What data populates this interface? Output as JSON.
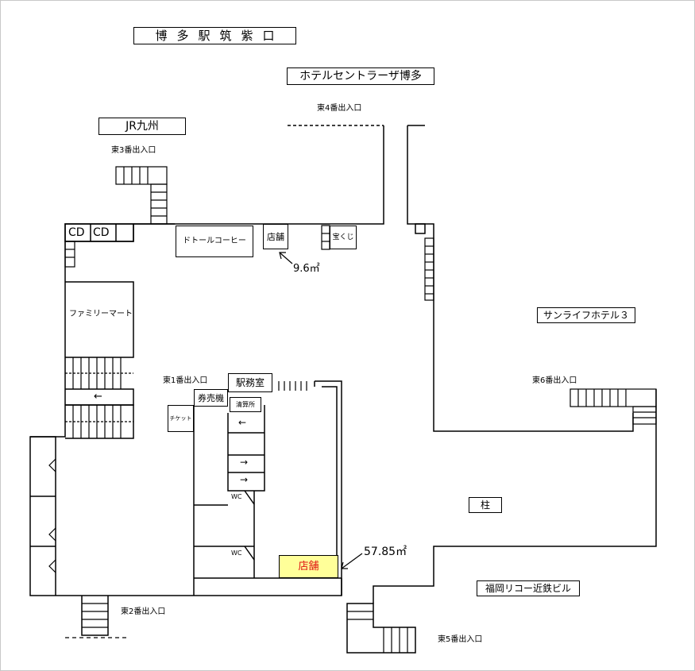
{
  "title": "博多駅筑紫口",
  "labels": {
    "hotel_sentrasa": "ホテルセントラーザ博多",
    "jr_kyushu": "JR九州",
    "sunlife": "サンライフホテル３",
    "fukuoka_ricoh": "福岡リコー近鉄ビル",
    "doutor": "ドトールコーヒー",
    "shop_top": "店舗",
    "takarakuji": "宝くじ",
    "familymart": "ファミリーマート",
    "cd1": "CD",
    "cd2": "CD",
    "station_office": "駅務室",
    "ticket_machine": "券売機",
    "fare_adjust": "清算所",
    "ticket": "チケット",
    "wc1": "WC",
    "wc2": "WC",
    "shop_highlight": "店舗",
    "pillar": "柱"
  },
  "exits": {
    "east1": "東1番出入口",
    "east2": "東2番出入口",
    "east3": "東3番出入口",
    "east4": "東4番出入口",
    "east5": "東5番出入口",
    "east6": "東6番出入口"
  },
  "areas": {
    "shop_top": "9.6㎡",
    "shop_highlight": "57.85㎡"
  },
  "arrows": {
    "left": "←",
    "right": "→"
  },
  "colors": {
    "highlight_fill": "#ffff99",
    "highlight_text": "#e01010"
  }
}
